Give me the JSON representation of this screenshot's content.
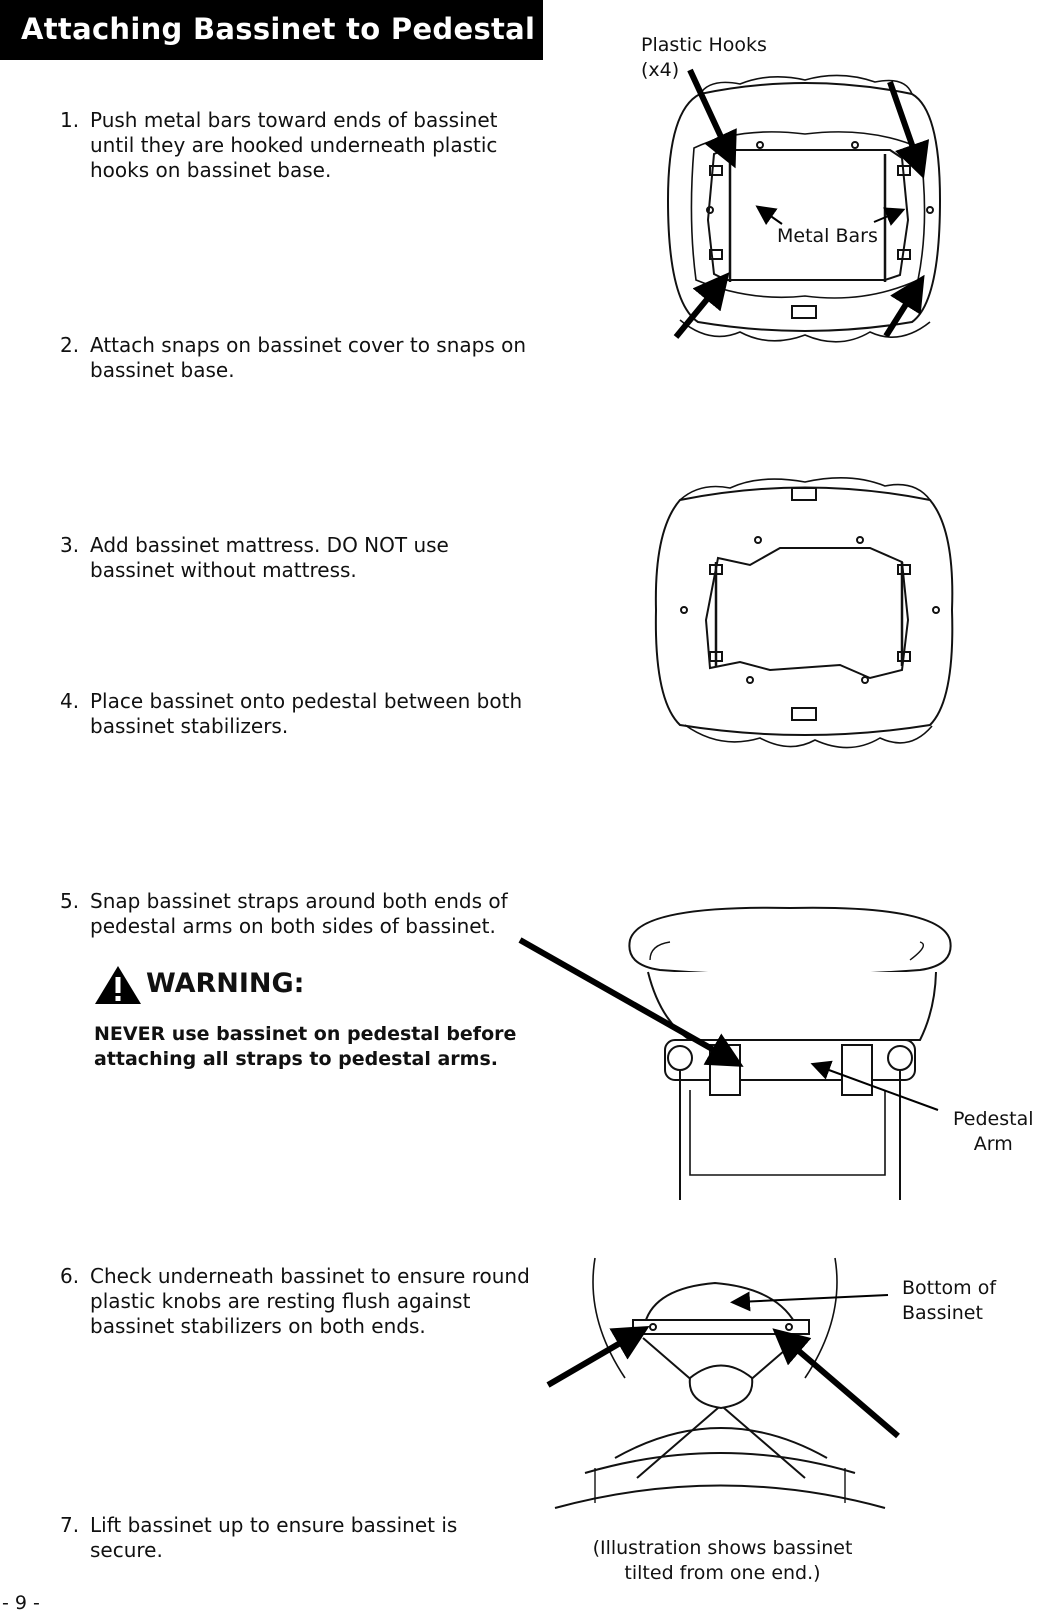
{
  "header": {
    "title": "Attaching Bassinet to Pedestal"
  },
  "steps": [
    {
      "num": "1.",
      "text": "Push metal bars toward ends of bassinet until they are hooked underneath plastic hooks on bassinet base."
    },
    {
      "num": "2.",
      "text": "Attach snaps on bassinet cover to snaps on bassinet base."
    },
    {
      "num": "3.",
      "text": "Add bassinet mattress. DO NOT use bassinet without mattress."
    },
    {
      "num": "4.",
      "text": "Place bassinet onto pedestal between both bassinet stabilizers."
    },
    {
      "num": "5.",
      "text": "Snap bassinet straps around both ends of pedestal arms on both sides of bassinet."
    },
    {
      "num": "6.",
      "text": "Check underneath bassinet to ensure round plastic knobs are resting flush against bassinet stabilizers on both ends."
    },
    {
      "num": "7.",
      "text": "Lift bassinet up to ensure bassinet is secure."
    }
  ],
  "warning": {
    "heading": "WARNING:",
    "body": "NEVER use bassinet on pedestal before attaching all straps to pedestal arms."
  },
  "labels": {
    "plastic_hooks_line1": "Plastic Hooks",
    "plastic_hooks_line2": "(x4)",
    "metal_bars": "Metal Bars",
    "pedestal_arm_line1": "Pedestal",
    "pedestal_arm_line2": "Arm",
    "bottom_line1": "Bottom of",
    "bottom_line2": "Bassinet",
    "caption_line1": "(Illustration shows bassinet",
    "caption_line2": "tilted from one end.)"
  },
  "footer": {
    "page_number": "- 9 -"
  }
}
